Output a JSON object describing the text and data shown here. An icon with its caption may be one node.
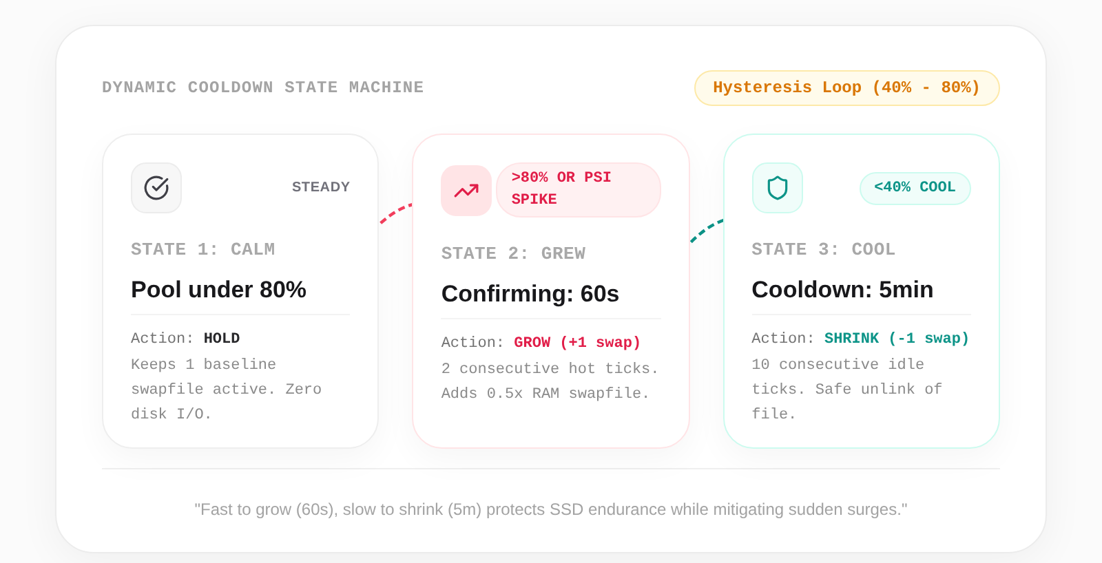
{
  "diagram": {
    "title": "DYNAMIC COOLDOWN STATE MACHINE",
    "caption": "\"Fast to grow (60s), slow to shrink (5m) protects SSD endurance while mitigating sudden surges.\"",
    "nodes": [
      {
        "text": [
          "Hysteresis Loop (40% - 80%)"
        ]
      },
      {
        "text": [
          "STEADY",
          "STATE 1: CALM",
          "Pool under 80%",
          "Action: **HOLD**",
          "Keeps 1 baseline swapfile active. Zero disk I/O."
        ]
      },
      {
        "text": [
          "STATE 2: GREW",
          "Confirming: 60s",
          "Action: **GROW (+1 swap)**",
          "2 consecutive hot ticks. Adds 0.5x RAM swapfile."
        ]
      },
      {
        "text": [
          ">80% OR PSI SPIKE"
        ],
        "in": 2
      },
      {
        "text": [
          "STATE 3: COOL",
          "Cooldown: 5min",
          "Action: **SHRINK (-1 swap)**",
          "10 consecutive idle ticks. Safe unlink of file."
        ]
      },
      {
        "text": [
          "<40% COOL"
        ],
        "in": 4
      }
    ],
    "edges": [
      {
        "from": 1,
        "to": 2,
        "arrow": "none",
        "style": "dashed",
        "color": "#f43f5e"
      },
      {
        "from": 2,
        "to": 4,
        "arrow": "none",
        "style": "dashed",
        "color": "#0d9488"
      }
    ]
  }
}
